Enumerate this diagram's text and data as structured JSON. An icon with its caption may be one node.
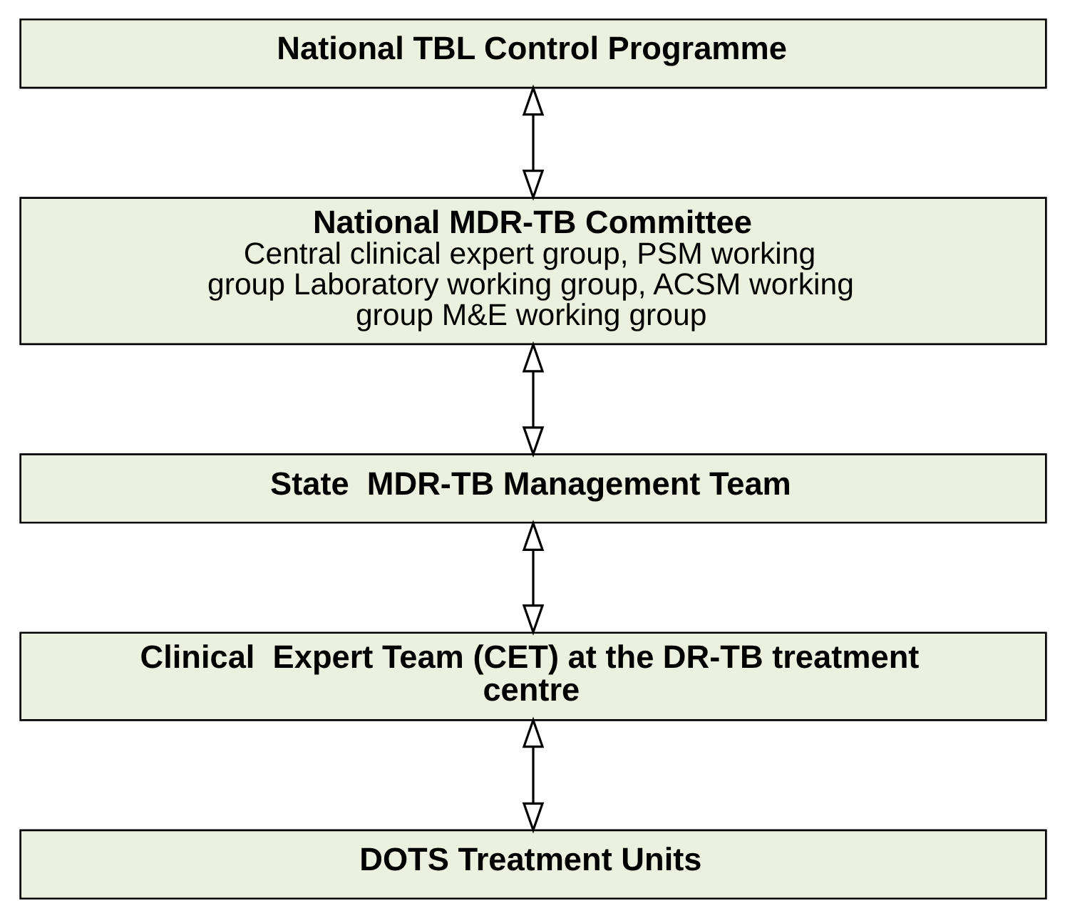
{
  "diagram": {
    "nodes": [
      {
        "text": [
          "National TBL Control Programme"
        ]
      },
      {
        "text": [
          "National MDR-TB Committee",
          "Central clinical expert group, PSM working group Laboratory working group, ACSM working group M&E working group"
        ]
      },
      {
        "text": [
          "State  MDR-TB Management Team"
        ]
      },
      {
        "text": [
          "Clinical  Expert Team (CET) at the DR-TB treatment centre"
        ]
      },
      {
        "text": [
          "DOTS Treatment Units"
        ]
      }
    ],
    "edges": [
      {
        "from": 0,
        "to": 1,
        "arrow": "both"
      },
      {
        "from": 1,
        "to": 2,
        "arrow": "both"
      },
      {
        "from": 2,
        "to": 3,
        "arrow": "both"
      },
      {
        "from": 3,
        "to": 4,
        "arrow": "both"
      }
    ]
  }
}
